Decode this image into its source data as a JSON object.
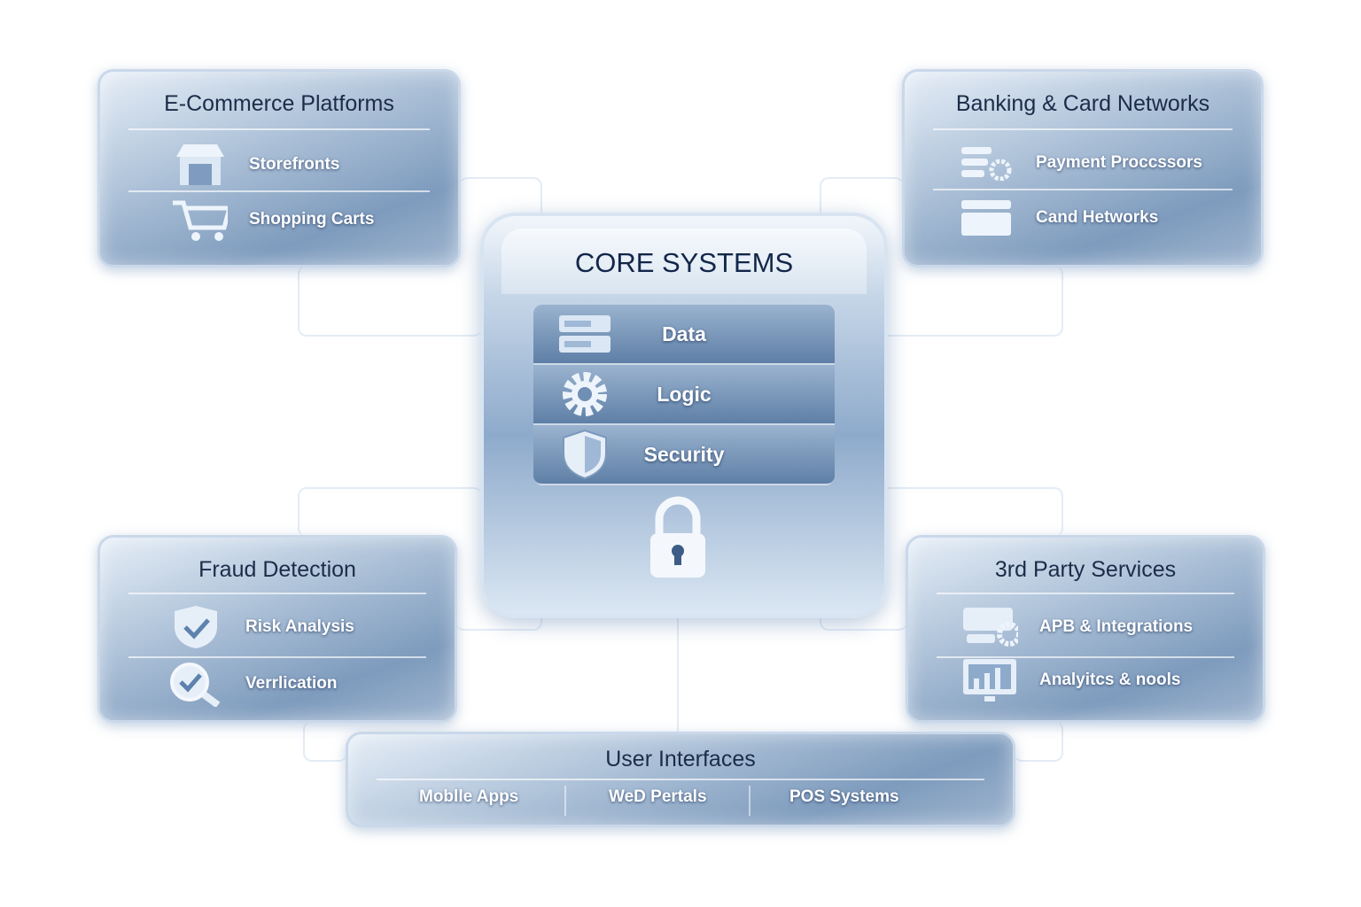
{
  "core": {
    "title": "CORE SYSTEMS",
    "rows": [
      {
        "label": "Data",
        "icon": "server-icon"
      },
      {
        "label": "Logic",
        "icon": "gear-icon"
      },
      {
        "label": "Security",
        "icon": "shield-icon"
      }
    ],
    "bottom_icon": "lock-icon"
  },
  "ecommerce": {
    "title": "E-Commerce Platforms",
    "items": [
      {
        "label": "Storefronts",
        "icon": "storefront-icon"
      },
      {
        "label": "Shopping Carts",
        "icon": "cart-icon"
      }
    ]
  },
  "banking": {
    "title": "Banking & Card Networks",
    "items": [
      {
        "label": "Payment Proccssors",
        "icon": "processor-gear-icon"
      },
      {
        "label": "Cand Hetworks",
        "icon": "card-icon"
      }
    ]
  },
  "fraud": {
    "title": "Fraud Detection",
    "items": [
      {
        "label": "Risk Analysis",
        "icon": "shield-check-icon"
      },
      {
        "label": "Verrlication",
        "icon": "magnifier-check-icon"
      }
    ]
  },
  "thirdparty": {
    "title": "3rd Party Services",
    "items": [
      {
        "label": "APB & Integrations",
        "icon": "api-gear-icon"
      },
      {
        "label": "Analyitcs & nools",
        "icon": "monitor-chart-icon"
      }
    ]
  },
  "ui": {
    "title": "User Interfaces",
    "items": [
      "Moblle Apps",
      "WeD Pertals",
      "POS Systems"
    ]
  }
}
